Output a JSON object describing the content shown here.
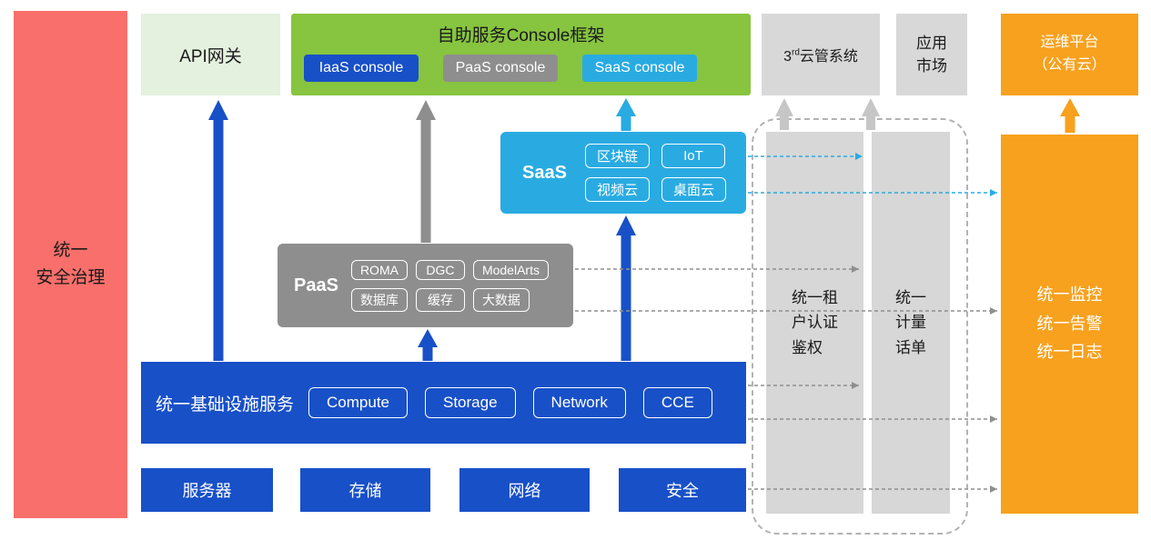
{
  "colors": {
    "red": "#F96F6B",
    "light_green": "#E4F1DE",
    "green": "#87C440",
    "blue": "#1850C8",
    "gray": "#8E8E8E",
    "light_gray": "#D7D7D7",
    "cyan": "#29ABE2",
    "orange": "#F7A11E"
  },
  "security_bar": {
    "label": "统一\n安全治理"
  },
  "api_gateway": {
    "label": "API网关"
  },
  "console": {
    "title": "自助服务Console框架",
    "iaas": "IaaS console",
    "paas": "PaaS console",
    "saas": "SaaS console"
  },
  "third_party": {
    "num": "3",
    "sup": "rd",
    "rest": "云管系统"
  },
  "app_market": {
    "label": "应用\n市场"
  },
  "ops_platform": {
    "label": "运维平台\n（公有云）"
  },
  "saas_box": {
    "title": "SaaS",
    "chips": [
      "区块链",
      "IoT",
      "视频云",
      "桌面云"
    ]
  },
  "paas_box": {
    "title": "PaaS",
    "chips": [
      "ROMA",
      "DGC",
      "ModelArts",
      "数据库",
      "缓存",
      "大数据"
    ]
  },
  "infra_box": {
    "title": "统一基础设施服务",
    "chips": [
      "Compute",
      "Storage",
      "Network",
      "CCE"
    ]
  },
  "resource_boxes": [
    "服务器",
    "存储",
    "网络",
    "安全"
  ],
  "auth_bar": {
    "label": "统一租\n户认证\n鉴权"
  },
  "billing_bar": {
    "label": "统一\n计量\n话单"
  },
  "monitor_bar": {
    "label": "统一监控\n统一告警\n统一日志"
  }
}
